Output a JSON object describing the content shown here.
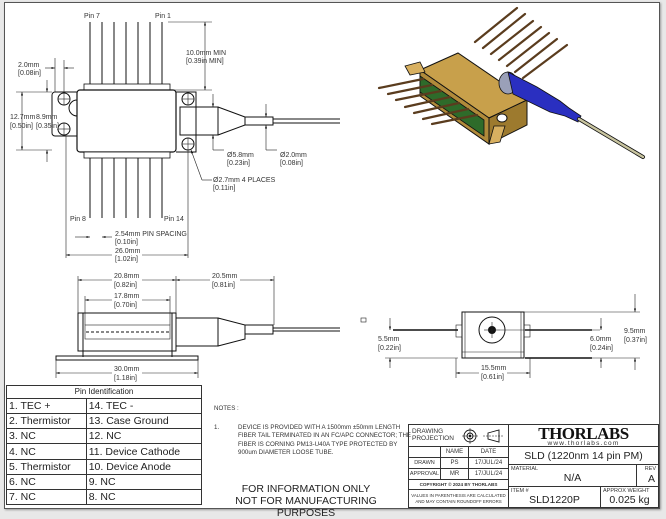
{
  "drawing": {
    "front_view": {
      "pin_labels": {
        "top_left": "Pin 7",
        "top_right": "Pin 1",
        "bottom_left": "Pin 8",
        "bottom_right": "Pin 14"
      },
      "dims": {
        "pin_length": {
          "mm": "10.0mm MIN",
          "in": "[0.39in MIN]"
        },
        "mount_slot": {
          "mm": "2.0mm",
          "in": "[0.08in]"
        },
        "body_height_outer": {
          "mm": "12.7mm",
          "in": "[0.50in]"
        },
        "body_height_inner": {
          "mm": "8.9mm",
          "in": "[0.35in]"
        },
        "boot_diameter": {
          "mm": "Ø5.8mm",
          "in": "[0.23in]"
        },
        "fiber_diameter": {
          "mm": "Ø2.0mm",
          "in": "[0.08in]"
        },
        "mount_holes": {
          "mm": "Ø2.7mm 4 PLACES",
          "in": "[0.11in]"
        },
        "pin_spacing": {
          "mm": "2.54mm PIN SPACING",
          "in": "[0.10in]"
        },
        "overall_width": {
          "mm": "26.0mm",
          "in": "[1.02in]"
        }
      }
    },
    "side_view": {
      "dims": {
        "body_length": {
          "mm": "20.8mm",
          "in": "[0.82in]"
        },
        "inner_length": {
          "mm": "17.8mm",
          "in": "[0.70in]"
        },
        "boot_length": {
          "mm": "20.5mm",
          "in": "[0.81in]"
        },
        "flange_length": {
          "mm": "30.0mm",
          "in": "[1.18in]"
        }
      }
    },
    "end_view": {
      "dims": {
        "pin_height": {
          "mm": "5.5mm",
          "in": "[0.22in]"
        },
        "body_width": {
          "mm": "15.5mm",
          "in": "[0.61in]"
        },
        "axis_height": {
          "mm": "6.0mm",
          "in": "[0.24in]"
        },
        "total_height": {
          "mm": "9.5mm",
          "in": "[0.37in]"
        }
      }
    },
    "iso_view": {
      "colors": {
        "body": "#b8913a",
        "pcb": "#2e6b2a",
        "boot": "#2a2fc0",
        "fiber": "#c9c5a0",
        "pins": "#6b4a2a"
      }
    }
  },
  "pin_table": {
    "title": "Pin Identification",
    "rows": [
      [
        "1. TEC +",
        "14. TEC -"
      ],
      [
        "2. Thermistor",
        "13. Case Ground"
      ],
      [
        "3. NC",
        "12. NC"
      ],
      [
        "4. NC",
        "11. Device Cathode"
      ],
      [
        "5. Thermistor",
        "10. Device Anode"
      ],
      [
        "6. NC",
        "9. NC"
      ],
      [
        "7. NC",
        "8. NC"
      ]
    ]
  },
  "notes": {
    "heading": "NOTES :",
    "items": [
      {
        "num": "1.",
        "text": "DEVICE IS PROVIDED WITH A 1500mm ±50mm LENGTH FIBER TAIL TERMINATED IN AN FC/APC CONNECTOR; THE FIBER IS CORNING PM13-U40A TYPE PROTECTED BY 900um DIAMETER LOOSE TUBE."
      }
    ],
    "disclaimer_line1": "FOR INFORMATION ONLY",
    "disclaimer_line2": "NOT FOR MANUFACTURING PURPOSES"
  },
  "title_block": {
    "projection_label": "DRAWING PROJECTION",
    "name_header": "NAME",
    "date_header": "DATE",
    "drawn_label": "DRAWN",
    "drawn_name": "PS",
    "drawn_date": "17/JUL/24",
    "approval_label": "APPROVAL",
    "approval_name": "MR",
    "approval_date": "17/JUL/24",
    "copyright": "COPYRIGHT © 2024 BY THORLABS",
    "rounding_note": "VALUES IN PARENTHESIS ARE CALCULATED AND MAY CONTAIN ROUNDOFF ERRORS",
    "brand": "THORLABS",
    "url": "www.thorlabs.com",
    "product_title": "SLD (1220nm 14 pin PM)",
    "material_label": "MATERIAL",
    "material_value": "N/A",
    "rev_label": "REV",
    "rev_value": "A",
    "item_label": "ITEM #",
    "item_value": "SLD1220P",
    "weight_label": "APPROX WEIGHT",
    "weight_value": "0.025 kg"
  }
}
